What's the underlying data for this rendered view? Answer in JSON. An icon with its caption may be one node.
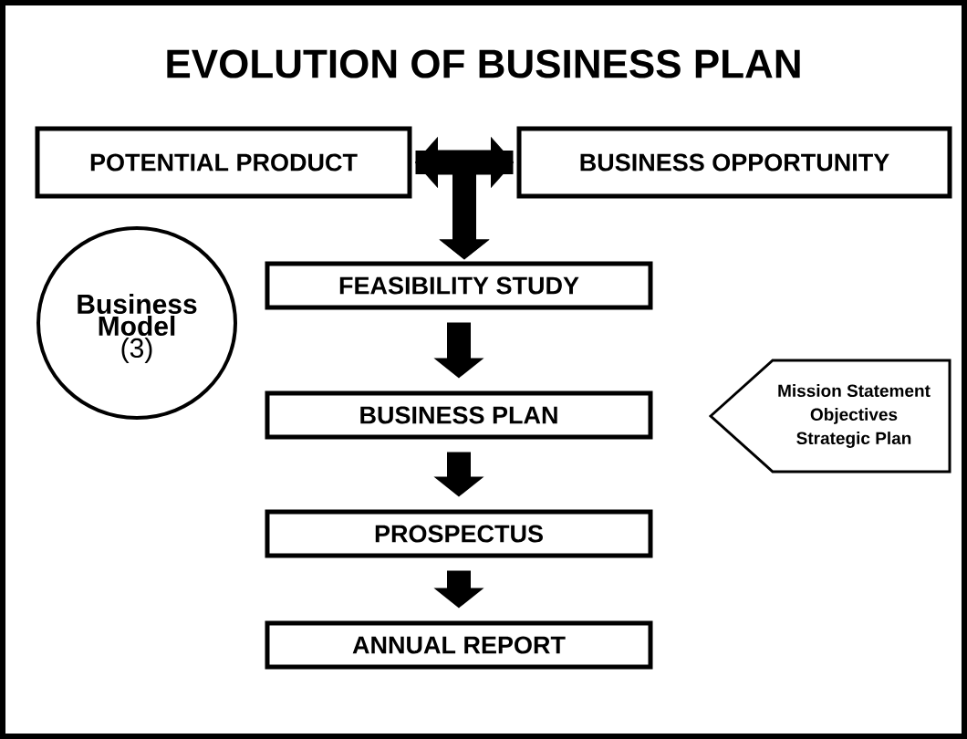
{
  "diagram": {
    "title": "EVOLUTION OF BUSINESS PLAN",
    "nodes": [
      {
        "text": [
          "POTENTIAL PRODUCT"
        ]
      },
      {
        "text": [
          "BUSINESS OPPORTUNITY"
        ]
      },
      {
        "text": [
          "Business Model",
          "(3)"
        ]
      },
      {
        "text": [
          "FEASIBILITY STUDY"
        ]
      },
      {
        "text": [
          "BUSINESS PLAN"
        ]
      },
      {
        "text": [
          "PROSPECTUS"
        ]
      },
      {
        "text": [
          "ANNUAL REPORT"
        ]
      },
      {
        "text": [
          "Mission Statement",
          "Objectives",
          "Strategic Plan"
        ]
      }
    ],
    "edges": [
      {
        "from": 0,
        "to": 1,
        "arrow": "both"
      },
      {
        "from": 0,
        "to": 3,
        "arrow": "to"
      },
      {
        "from": 1,
        "to": 3,
        "arrow": "to"
      },
      {
        "from": 3,
        "to": 4,
        "arrow": "to"
      },
      {
        "from": 4,
        "to": 5,
        "arrow": "to"
      },
      {
        "from": 5,
        "to": 6,
        "arrow": "to"
      }
    ]
  }
}
